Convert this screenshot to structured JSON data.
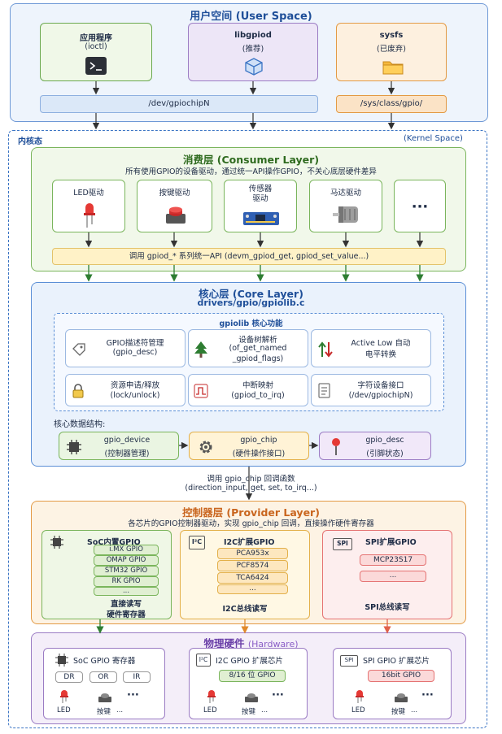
{
  "user_space": {
    "title": "用户空间 (User Space)",
    "boxes": [
      {
        "title": "应用程序",
        "sub": "(ioctl)"
      },
      {
        "title": "libgpiod",
        "sub": "(推荐)"
      },
      {
        "title": "sysfs",
        "sub": "(已废弃)"
      }
    ],
    "dev_node": "/dev/gpiochipN",
    "sys_node": "/sys/class/gpio/"
  },
  "kernel_space": {
    "left_label": "内核态",
    "right_label": "(Kernel Space)"
  },
  "consumer": {
    "title": "消费层 (Consumer Layer)",
    "desc": "所有使用GPIO的设备驱动，通过统一API操作GPIO，不关心底层硬件差异",
    "drivers": [
      "LED驱动",
      "按键驱动",
      "传感器\n驱动",
      "马达驱动",
      "···"
    ],
    "api_call": "调用 gpiod_* 系列统一API (devm_gpiod_get, gpiod_set_value...)"
  },
  "core": {
    "title": "核心层 (Core Layer)",
    "path": "drivers/gpio/gpiolib.c",
    "func_title": "gpiolib 核心功能",
    "functions": [
      {
        "icon": "tag-icon",
        "l1": "GPIO描述符管理",
        "l2": "(gpio_desc)"
      },
      {
        "icon": "tree-icon",
        "l1": "设备树解析",
        "l2": "(of_get_named",
        "l3": "_gpiod_flags)"
      },
      {
        "icon": "updown-arrows-icon",
        "l1": "Active Low 自动",
        "l2": "电平转换"
      },
      {
        "icon": "lock-icon",
        "l1": "资源申请/释放",
        "l2": "(lock/unlock)"
      },
      {
        "icon": "pulse-icon",
        "l1": "中断映射",
        "l2": "(gpiod_to_irq)"
      },
      {
        "icon": "document-icon",
        "l1": "字符设备接口",
        "l2": "(/dev/gpiochipN)"
      }
    ],
    "ds_title": "核心数据结构:",
    "structs": [
      {
        "icon": "chip-icon",
        "l1": "gpio_device",
        "l2": "(控制器管理)"
      },
      {
        "icon": "gear-icon",
        "l1": "gpio_chip",
        "l2": "(硬件操作接口)"
      },
      {
        "icon": "pin-icon",
        "l1": "gpio_desc",
        "l2": "(引脚状态)"
      }
    ],
    "callback_l1": "调用 gpio_chip 回调函数",
    "callback_l2": "(direction_input, get, set, to_irq...)"
  },
  "provider": {
    "title": "控制器层 (Provider Layer)",
    "desc": "各芯片的GPIO控制器驱动，实现 gpio_chip 回调，直接操作硬件寄存器",
    "soc": {
      "title": "SoC内置GPIO",
      "items": [
        "i.MX GPIO",
        "OMAP GPIO",
        "STM32 GPIO",
        "RK GPIO",
        "..."
      ],
      "f1": "直接读写",
      "f2": "硬件寄存器"
    },
    "i2c": {
      "badge": "I²C",
      "title": "I2C扩展GPIO",
      "items": [
        "PCA953x",
        "PCF8574",
        "TCA6424",
        "..."
      ],
      "footer": "I2C总线读写"
    },
    "spi": {
      "badge": "SPI",
      "title": "SPI扩展GPIO",
      "items": [
        "MCP23S17",
        "..."
      ],
      "footer": "SPI总线读写"
    }
  },
  "hardware": {
    "title": "物理硬件",
    "title_en": "(Hardware)",
    "soc": {
      "title": "SoC GPIO 寄存器",
      "regs": [
        "DR",
        "OR",
        "IR"
      ]
    },
    "i2c": {
      "badge": "I²C",
      "title": "I2C GPIO 扩展芯片",
      "chip": "8/16 位 GPIO"
    },
    "spi": {
      "badge": "SPI",
      "title": "SPI GPIO 扩展芯片",
      "chip": "16bit GPIO"
    },
    "dots": "···",
    "led": "LED",
    "key": "按键",
    "etc": "..."
  },
  "colors": {
    "user_bg": "#eef4fc",
    "consumer_bg": "#f1f8ea",
    "core_bg": "#eaf2fc",
    "provider_bg": "#fdf3e4",
    "hardware_bg": "#f4eef9",
    "green": "#5a9a3a",
    "blue": "#3b74c4",
    "orange": "#e39a45",
    "purple": "#9b7cc4"
  }
}
